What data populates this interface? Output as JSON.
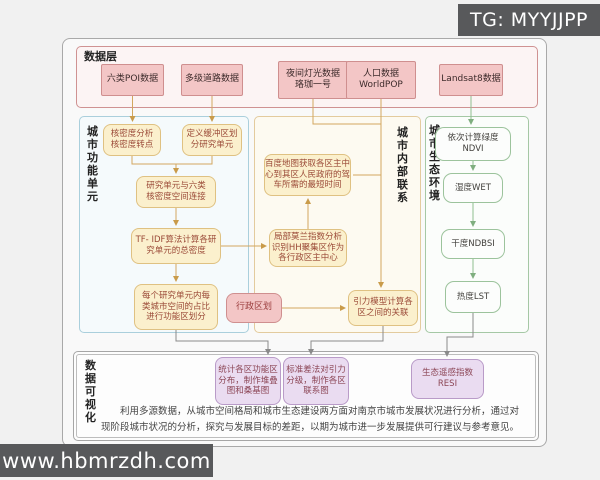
{
  "watermarks": {
    "tg": "TG: MYYJJPP",
    "url": "www.hbmrzdh.com"
  },
  "colors": {
    "badge_bg": "#58595b",
    "data_box_pink": "#f3c6c6",
    "process_box_yellow": "#fbf0cd",
    "eco_box_green_border": "#9cc39c",
    "viz_box_purple": "#eadcf1",
    "arrow_tan": "#c99b4a",
    "arrow_green": "#8fbe8f",
    "arrow_gray": "#8a8a8a"
  },
  "sections": {
    "data_layer": {
      "label": "数据层",
      "boxes": {
        "poi": "六类POI数据",
        "road": "多级道路数据",
        "light": "夜间灯光数据\n珞珈一号",
        "pop": "人口数据\nWorldPOP",
        "landsat": "Landsat8数据"
      }
    },
    "functional": {
      "label": "城市功能单元",
      "boxes": {
        "kernel": "核密度分析\n核密度转点",
        "buffer": "定义缓冲区划\n分研究单元",
        "join": "研究单元与六类\n核密度空间连接",
        "tfidf": "TF- IDF算法计算各研\n究单元的总密度",
        "zoning": "每个研究单元内每\n类城市空间的占比\n进行功能区划分"
      }
    },
    "internal": {
      "label": "城市内部联系",
      "boxes": {
        "baidu": "百度地图获取各区主中\n心到其区人民政府的驾\n车所需的最短时间",
        "moran": "局部莫兰指数分析\n识别HH聚集区作为\n各行政区主中心",
        "admin": "行政区划",
        "gravity": "引力模型计算各\n区之间的关联"
      }
    },
    "ecological": {
      "label": "城市生态环境",
      "boxes": {
        "ndvi": "依次计算绿度\nNDVI",
        "wet": "湿度WET",
        "ndbsi": "干度NDBSI",
        "lst": "热度LST"
      }
    },
    "visualization": {
      "label": "数据可视化",
      "boxes": {
        "stat": "统计各区功能区\n分布，制作堆叠\n图和桑基图",
        "std": "标准差法对引力\n分级，制作各区\n联系图",
        "resi": "生态遥感指数\nRESI"
      },
      "summary": "利用多源数据，从城市空间格局和城市生态建设两方面对南京市城市发展状况进行分析，通过对现阶段城市状况的分析，探究与发展目标的差距，以期为城市进一步发展提供可行建议与参考意见。"
    }
  }
}
